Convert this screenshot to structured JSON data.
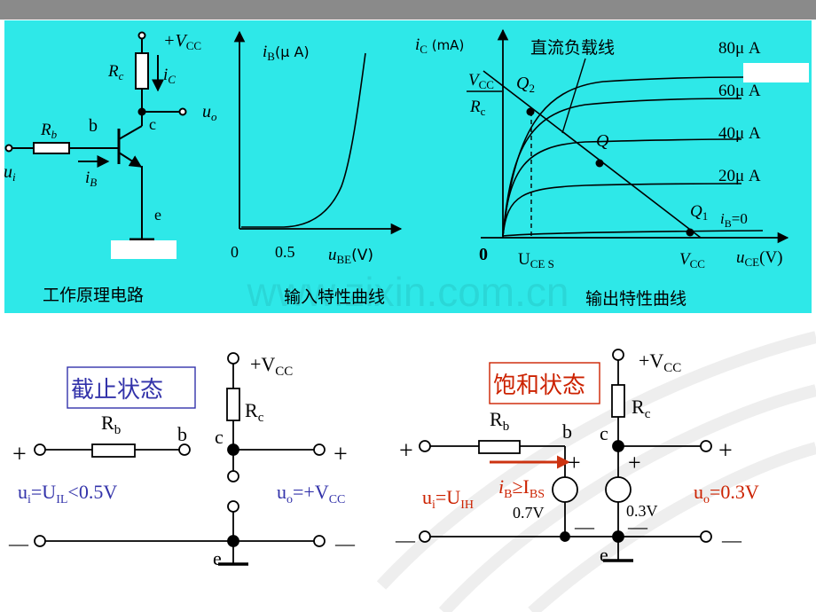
{
  "watermark": "www.zixin.com.cn",
  "top": {
    "circuit": {
      "vcc": "+V",
      "vcc_sub": "CC",
      "rc": "R",
      "rc_sub": "c",
      "ic": "i",
      "ic_sub": "C",
      "rb": "R",
      "rb_sub": "b",
      "b": "b",
      "c": "c",
      "e": "e",
      "uo": "u",
      "uo_sub": "o",
      "ui": "u",
      "ui_sub": "i",
      "ib": "i",
      "ib_sub": "B",
      "caption": "工作原理电路"
    },
    "input_curve": {
      "ylabel_i": "i",
      "ylabel_sub": "B",
      "ylabel_unit": "(μ  A)",
      "tick0": "0",
      "tick1": "0.5",
      "xlabel_u": "u",
      "xlabel_sub": "BE",
      "xlabel_unit": "(V)",
      "caption": "输入特性曲线"
    },
    "output_curve": {
      "ylabel_i": "i",
      "ylabel_sub": "C",
      "ylabel_unit": " (mA)",
      "load_line": "直流负载线",
      "frac_num": "V",
      "frac_num_sub": "CC",
      "frac_den": "R",
      "frac_den_sub": "c",
      "q2": "Q",
      "q2_sub": "2",
      "q": "Q",
      "q1": "Q",
      "q1_sub": "1",
      "ib0": "i",
      "ib0_sub": "B",
      "ib0_val": "=0",
      "curves": [
        "80μ  A",
        "60μ  A",
        "40μ  A",
        "20μ  A"
      ],
      "origin": "0",
      "uces": "U",
      "uces_sub": "CE S",
      "vcc": "V",
      "vcc_sub": "CC",
      "xlabel_u": "u",
      "xlabel_sub": "CE",
      "xlabel_unit": "(V)",
      "caption": "输出特性曲线"
    }
  },
  "cutoff": {
    "title": "截止状态",
    "rb": "R",
    "rb_sub": "b",
    "b": "b",
    "c": "c",
    "e": "e",
    "rc": "R",
    "rc_sub": "c",
    "vcc": "+V",
    "vcc_sub": "CC",
    "plus_left": "+",
    "plus_right": "+",
    "minus_left": "—",
    "minus_right": "—",
    "ui": "u",
    "ui_sub": "i",
    "ui_eq": "=U",
    "ui_eq_sub": "IL",
    "ui_val": "<0.5V",
    "uo": "u",
    "uo_sub": "o",
    "uo_eq": "=+V",
    "uo_eq_sub": "CC"
  },
  "saturation": {
    "title": "饱和状态",
    "rb": "R",
    "rb_sub": "b",
    "b": "b",
    "c": "c",
    "e": "e",
    "rc": "R",
    "rc_sub": "c",
    "vcc": "+V",
    "vcc_sub": "CC",
    "plus_left": "+",
    "plus_right": "+",
    "plus_be": "+",
    "plus_ce": "+",
    "minus_left": "—",
    "minus_right": "—",
    "minus_be": "—",
    "minus_ce": "—",
    "ui": "u",
    "ui_sub": "i",
    "ui_eq": "=U",
    "ui_eq_sub": "IH",
    "ib": "i",
    "ib_sub": "B",
    "ib_cond": "≥I",
    "ib_cond_sub": "BS",
    "vbe": "0.7V",
    "vce": "0.3V",
    "uo": "u",
    "uo_sub": "o",
    "uo_val": "=0.3V"
  },
  "colors": {
    "panel": "#2ee8e8",
    "blue_text": "#3333aa",
    "red_text": "#cc2200",
    "arrow": "#cc3311"
  }
}
